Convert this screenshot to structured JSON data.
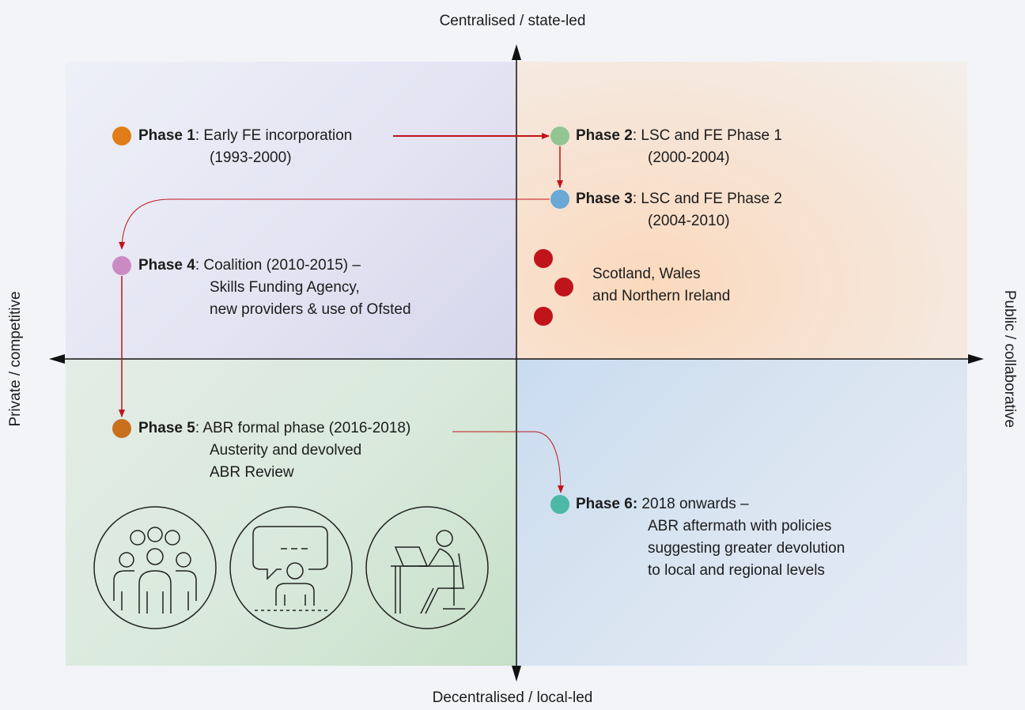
{
  "axes": {
    "top": "Centralised / state-led",
    "bottom": "Decentralised / local-led",
    "left": "Private / competitive",
    "right": "Public / collaborative"
  },
  "phases": [
    {
      "name": "Phase 1",
      "desc_line1": ": Early FE incorporation",
      "desc_line2": "(1993-2000)",
      "color": "#e07d1a"
    },
    {
      "name": "Phase 2",
      "desc_line1": ": LSC and FE Phase 1",
      "desc_line2": "(2000-2004)",
      "color": "#93c592"
    },
    {
      "name": "Phase 3",
      "desc_line1": ": LSC and FE Phase 2",
      "desc_line2": "(2004-2010)",
      "color": "#6aa8d6"
    },
    {
      "name": "Phase 4",
      "desc_line1": ": Coalition (2010-2015) –",
      "desc_line2": "Skills Funding Agency,",
      "desc_line3": "new  providers & use of Ofsted",
      "color": "#cc8ac4"
    },
    {
      "name": "Phase 5",
      "desc_line1": ": ABR formal phase (2016-2018)",
      "desc_line2": "Austerity and devolved",
      "desc_line3": "ABR Review",
      "color": "#c9701f"
    },
    {
      "name": "Phase 6:",
      "desc_line1": " 2018 onwards –",
      "desc_line2": "ABR aftermath with policies",
      "desc_line3": "suggesting greater devolution",
      "desc_line4": "to local and regional levels",
      "color": "#4db8a5"
    }
  ],
  "nations": {
    "line1": "Scotland, Wales",
    "line2": "and Northern Ireland",
    "color": "#c0141b"
  },
  "icons": [
    "group-of-people-icon",
    "speaker-with-speech-bubble-icon",
    "person-at-desk-with-laptop-icon"
  ],
  "colors": {
    "axis": "#111111",
    "arrow": "#c0141b"
  }
}
